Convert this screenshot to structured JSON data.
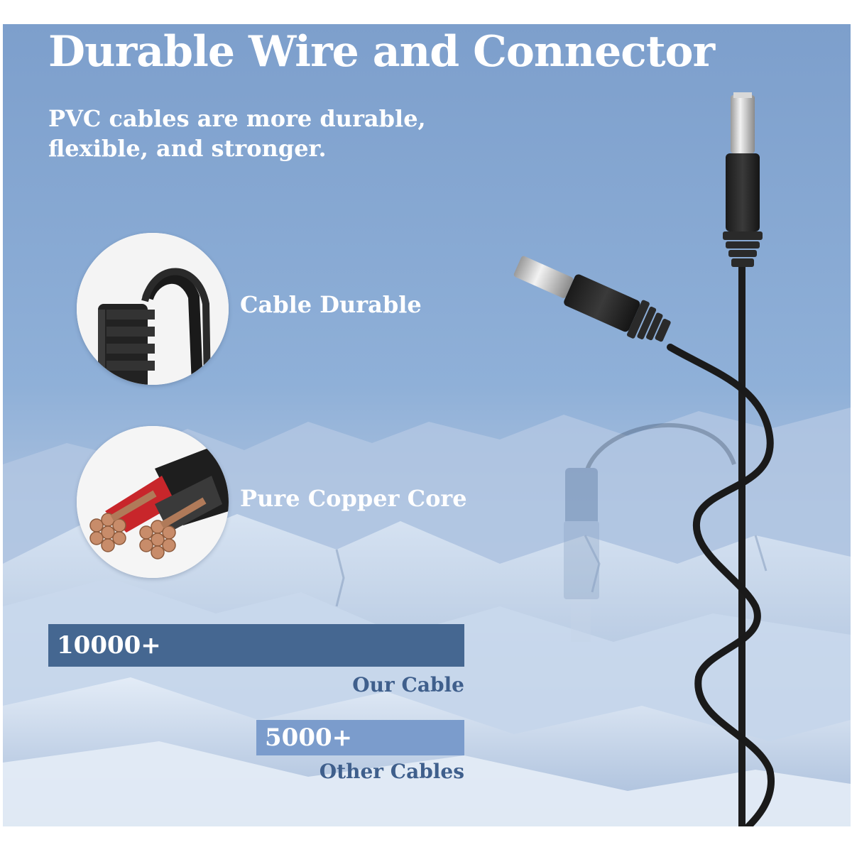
{
  "headline": "Durable Wire and Connector",
  "subtext": "PVC cables are more durable, flexible, and stronger.",
  "features": [
    {
      "label": "Cable Durable",
      "icon": "cable-connector-closeup-icon"
    },
    {
      "label": "Pure Copper Core",
      "icon": "copper-core-wires-icon"
    }
  ],
  "comparison": {
    "ours": {
      "value": "10000+",
      "caption": "Our Cable",
      "relative_length": 1.0
    },
    "others": {
      "value": "5000+",
      "caption": "Other Cables",
      "relative_length": 0.5
    }
  },
  "colors": {
    "sky_top": "#7d9fcc",
    "sky_bottom": "#b9cde6",
    "bar_ours": "#456791",
    "bar_others": "#7b9ccc",
    "caption": "#3f5f8c",
    "cable": "#1c1c1c",
    "copper": "#c88c6a",
    "insulation_red": "#c8262b"
  }
}
